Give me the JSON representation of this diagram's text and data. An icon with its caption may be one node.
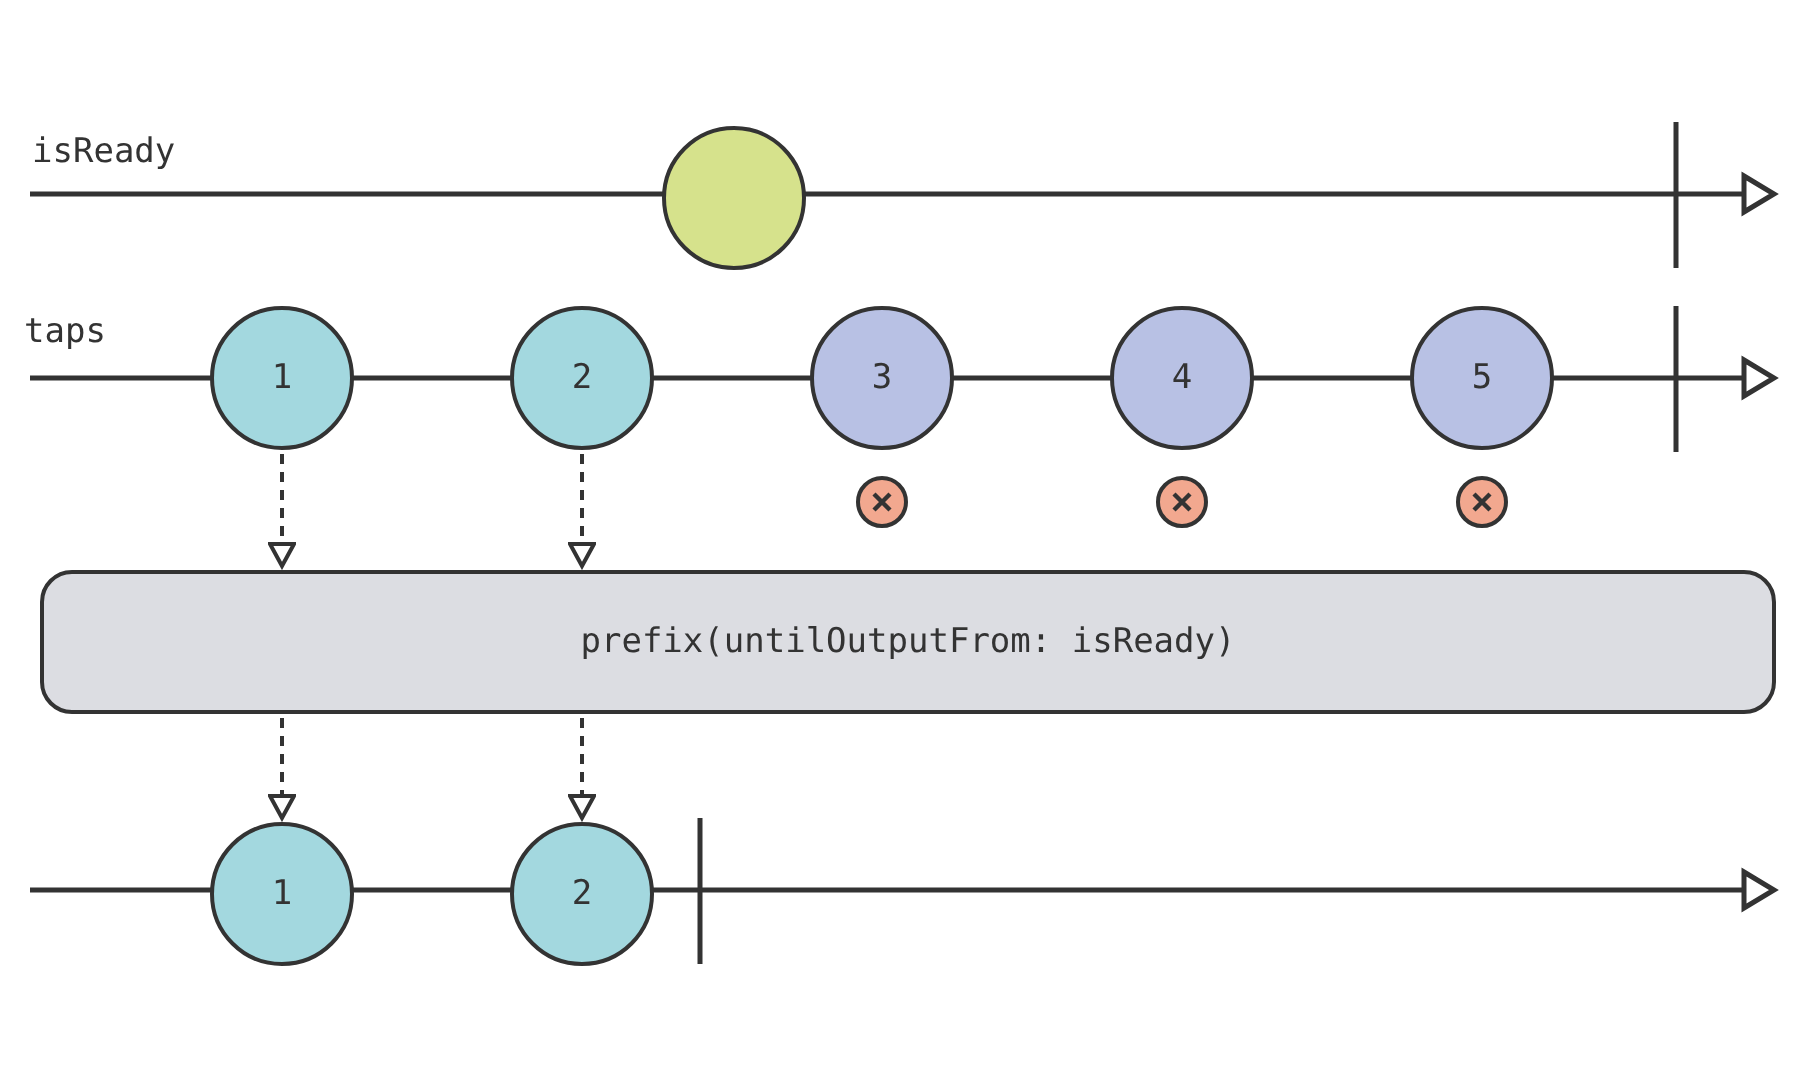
{
  "diagram": {
    "nodes": [
      {
        "text": [],
        "shape": "circle"
      },
      {
        "text": [
          "1"
        ]
      },
      {
        "text": [
          "2"
        ]
      },
      {
        "text": [
          "3"
        ]
      },
      {
        "text": [
          "4"
        ]
      },
      {
        "text": [
          "5"
        ]
      },
      {
        "text": [
          "prefix(untilOutputFrom: isReady)"
        ]
      },
      {
        "text": [
          "1"
        ]
      },
      {
        "text": [
          "2"
        ]
      }
    ],
    "edges": [
      {
        "from": 1,
        "to": 6,
        "arrow": "to",
        "style": "dashed"
      },
      {
        "from": 2,
        "to": 6,
        "arrow": "to",
        "style": "dashed"
      },
      {
        "from": 6,
        "to": 7,
        "arrow": "to",
        "style": "dashed"
      },
      {
        "from": 6,
        "to": 8,
        "arrow": "to",
        "style": "dashed"
      }
    ],
    "labels": [
      "isReady",
      "taps"
    ]
  }
}
